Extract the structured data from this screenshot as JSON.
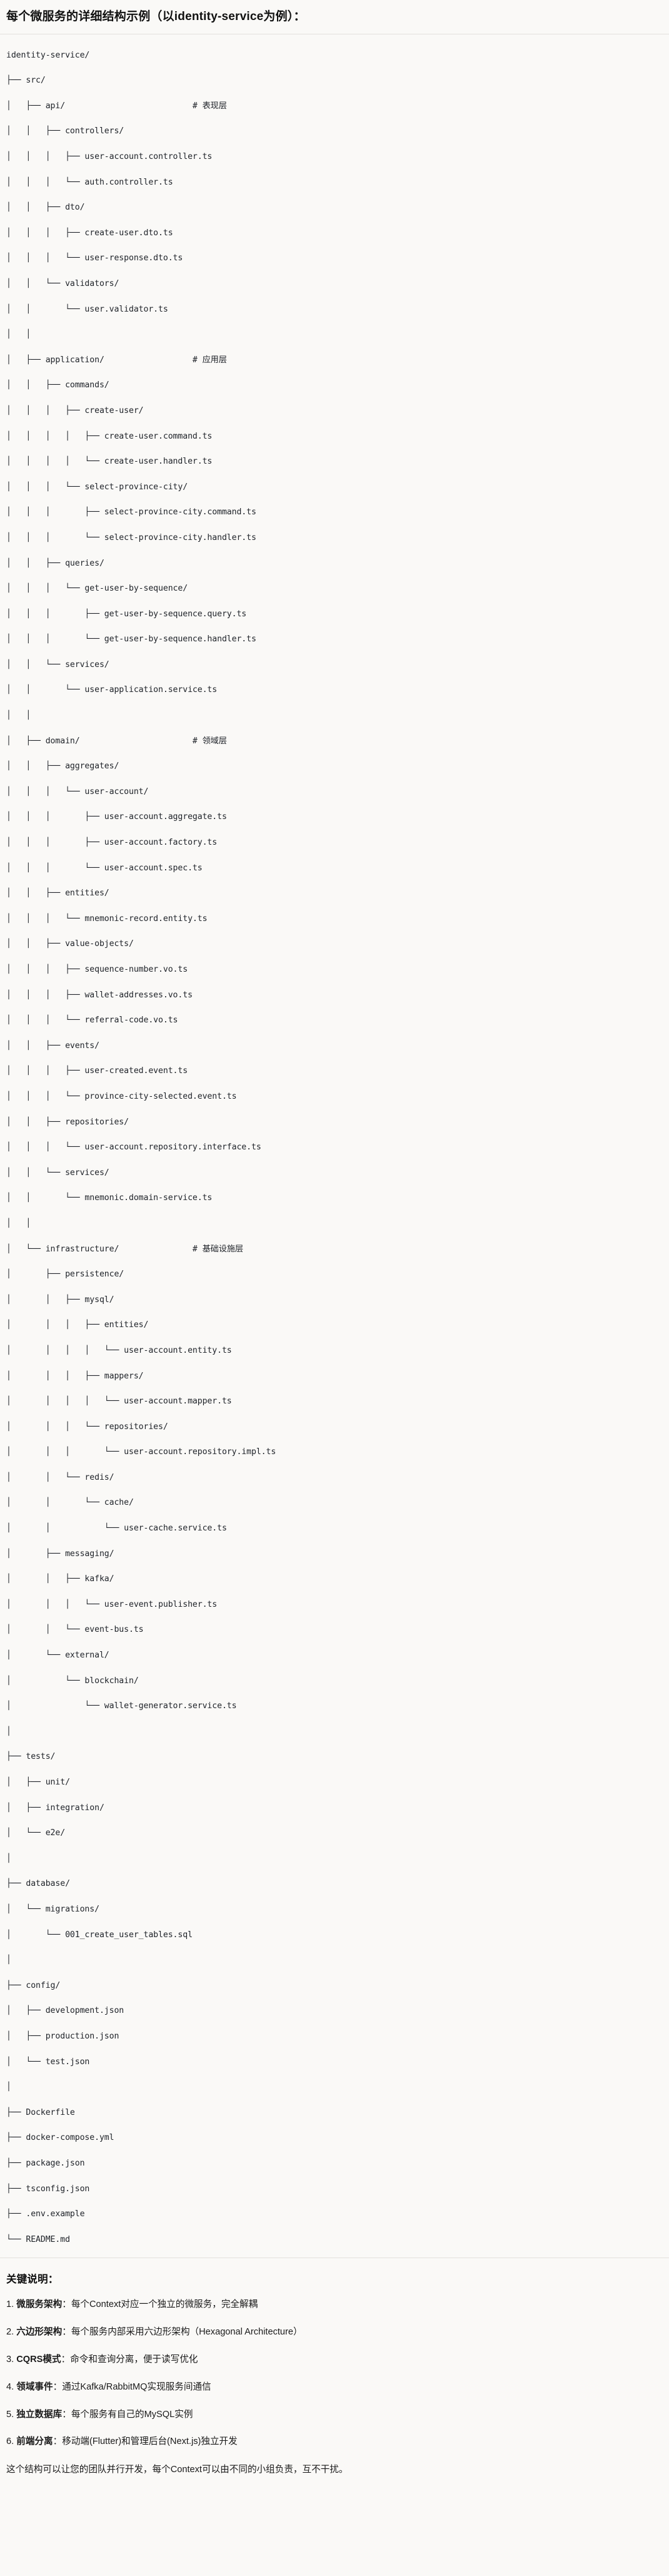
{
  "header": {
    "title": "每个微服务的详细结构示例（以identity-service为例）："
  },
  "tree": {
    "root_label": "identity-service/",
    "lines": [
      "identity-service/",
      "├── src/",
      "│   ├── api/                          # 表现层",
      "│   │   ├── controllers/",
      "│   │   │   ├── user-account.controller.ts",
      "│   │   │   └── auth.controller.ts",
      "│   │   ├── dto/",
      "│   │   │   ├── create-user.dto.ts",
      "│   │   │   └── user-response.dto.ts",
      "│   │   └── validators/",
      "│   │       └── user.validator.ts",
      "│   │",
      "│   ├── application/                  # 应用层",
      "│   │   ├── commands/",
      "│   │   │   ├── create-user/",
      "│   │   │   │   ├── create-user.command.ts",
      "│   │   │   │   └── create-user.handler.ts",
      "│   │   │   └── select-province-city/",
      "│   │   │       ├── select-province-city.command.ts",
      "│   │   │       └── select-province-city.handler.ts",
      "│   │   ├── queries/",
      "│   │   │   └── get-user-by-sequence/",
      "│   │   │       ├── get-user-by-sequence.query.ts",
      "│   │   │       └── get-user-by-sequence.handler.ts",
      "│   │   └── services/",
      "│   │       └── user-application.service.ts",
      "│   │",
      "│   ├── domain/                       # 领域层",
      "│   │   ├── aggregates/",
      "│   │   │   └── user-account/",
      "│   │   │       ├── user-account.aggregate.ts",
      "│   │   │       ├── user-account.factory.ts",
      "│   │   │       └── user-account.spec.ts",
      "│   │   ├── entities/",
      "│   │   │   └── mnemonic-record.entity.ts",
      "│   │   ├── value-objects/",
      "│   │   │   ├── sequence-number.vo.ts",
      "│   │   │   ├── wallet-addresses.vo.ts",
      "│   │   │   └── referral-code.vo.ts",
      "│   │   ├── events/",
      "│   │   │   ├── user-created.event.ts",
      "│   │   │   └── province-city-selected.event.ts",
      "│   │   ├── repositories/",
      "│   │   │   └── user-account.repository.interface.ts",
      "│   │   └── services/",
      "│   │       └── mnemonic.domain-service.ts",
      "│   │",
      "│   └── infrastructure/               # 基础设施层",
      "│       ├── persistence/",
      "│       │   ├── mysql/",
      "│       │   │   ├── entities/",
      "│       │   │   │   └── user-account.entity.ts",
      "│       │   │   ├── mappers/",
      "│       │   │   │   └── user-account.mapper.ts",
      "│       │   │   └── repositories/",
      "│       │   │       └── user-account.repository.impl.ts",
      "│       │   └── redis/",
      "│       │       └── cache/",
      "│       │           └── user-cache.service.ts",
      "│       ├── messaging/",
      "│       │   ├── kafka/",
      "│       │   │   └── user-event.publisher.ts",
      "│       │   └── event-bus.ts",
      "│       └── external/",
      "│           └── blockchain/",
      "│               └── wallet-generator.service.ts",
      "│",
      "├── tests/",
      "│   ├── unit/",
      "│   ├── integration/",
      "│   └── e2e/",
      "│",
      "├── database/",
      "│   └── migrations/",
      "│       └── 001_create_user_tables.sql",
      "│",
      "├── config/",
      "│   ├── development.json",
      "│   ├── production.json",
      "│   └── test.json",
      "│",
      "├── Dockerfile",
      "├── docker-compose.yml",
      "├── package.json",
      "├── tsconfig.json",
      "├── .env.example",
      "└── README.md"
    ],
    "layer_comments": [
      "# 表现层",
      "# 应用层",
      "# 领域层",
      "# 基础设施层"
    ]
  },
  "notes": {
    "title": "关键说明：",
    "items": [
      {
        "num": "1. ",
        "term": "微服务架构",
        "body": "：每个Context对应一个独立的微服务，完全解耦"
      },
      {
        "num": "2. ",
        "term": "六边形架构",
        "body": "：每个服务内部采用六边形架构（Hexagonal Architecture）"
      },
      {
        "num": "3. ",
        "term": "CQRS模式",
        "body": "：命令和查询分离，便于读写优化"
      },
      {
        "num": "4. ",
        "term": "领域事件",
        "body": "：通过Kafka/RabbitMQ实现服务间通信"
      },
      {
        "num": "5. ",
        "term": "独立数据库",
        "body": "：每个服务有自己的MySQL实例"
      },
      {
        "num": "6. ",
        "term": "前端分离",
        "body": "：移动端(Flutter)和管理后台(Next.js)独立开发"
      }
    ],
    "closing": "这个结构可以让您的团队并行开发，每个Context可以由不同的小组负责，互不干扰。"
  },
  "colors": {
    "page_background": "#faf9f7",
    "text": "#1a1a1a",
    "tree_text": "#20242a",
    "divider": "#e3e1dd"
  }
}
